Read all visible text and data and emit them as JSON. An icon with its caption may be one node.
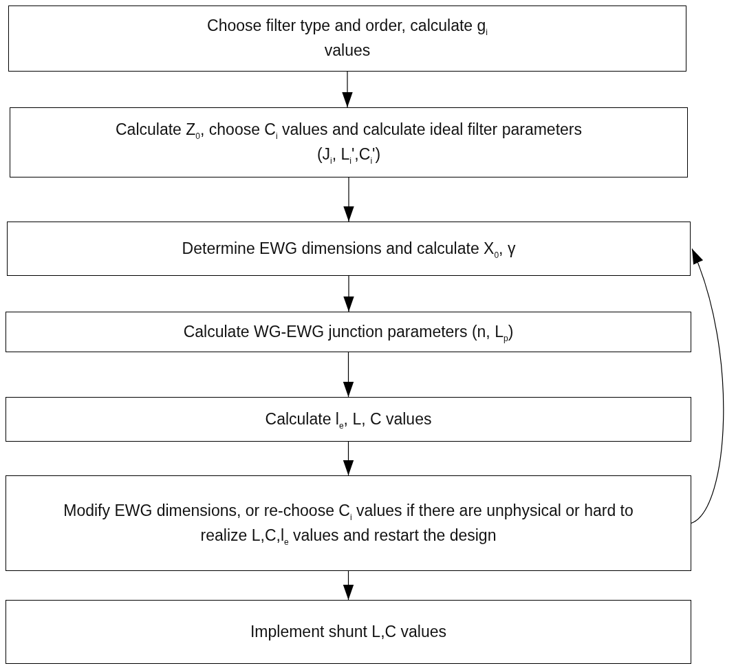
{
  "diagram": {
    "nodes": [
      {
        "text": [
          "Choose filter type and order, calculate g$_{i}$ values"
        ]
      },
      {
        "text": [
          "Calculate Z$_{0}$, choose C$_{i}$ values and calculate ideal filter parameters (J$_{i}$, L$_{i}$',C$_{i}$')"
        ]
      },
      {
        "text": [
          "Determine EWG dimensions  and calculate X$_{0}$, γ"
        ]
      },
      {
        "text": [
          "Calculate WG-EWG junction parameters (n, L$_{p}$)"
        ]
      },
      {
        "text": [
          "Calculate l$_{e}$, L, C values"
        ]
      },
      {
        "text": [
          "Modify EWG dimensions, or re-choose C$_{i}$ values if there are unphysical or hard to realize L,C,l$_{e}$ values and restart the design"
        ]
      },
      {
        "text": [
          "Implement shunt L,C values"
        ]
      }
    ],
    "edges": [
      {
        "from": 0,
        "to": 1,
        "arrow": "to"
      },
      {
        "from": 1,
        "to": 2,
        "arrow": "to"
      },
      {
        "from": 2,
        "to": 3,
        "arrow": "to"
      },
      {
        "from": 3,
        "to": 4,
        "arrow": "to"
      },
      {
        "from": 4,
        "to": 5,
        "arrow": "to"
      },
      {
        "from": 5,
        "to": 6,
        "arrow": "to"
      },
      {
        "from": 5,
        "to": 2,
        "arrow": "to"
      }
    ]
  }
}
